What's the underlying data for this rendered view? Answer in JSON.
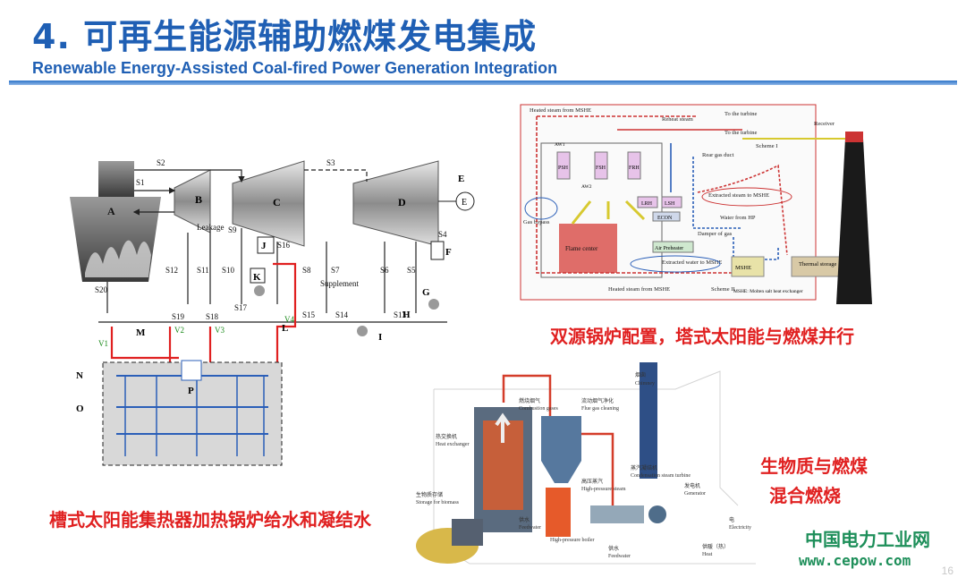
{
  "header": {
    "title": "4. 可再生能源辅助燃煤发电集成",
    "subtitle": "Renewable Energy-Assisted Coal-fired Power Generation Integration"
  },
  "solar_trough_diagram": {
    "caption": "槽式太阳能集热器加热锅炉给水和凝结水",
    "units": [
      "A",
      "B",
      "C",
      "D",
      "E",
      "F",
      "G",
      "H",
      "I",
      "J",
      "K",
      "L",
      "M",
      "N",
      "O",
      "P"
    ],
    "streams": [
      "S1",
      "S2",
      "S3",
      "S4",
      "S5",
      "S6",
      "S7",
      "S8",
      "S9",
      "S10",
      "S11",
      "S12",
      "S13",
      "S14",
      "S15",
      "S16",
      "S17",
      "S18",
      "S19",
      "S20"
    ],
    "valves": [
      "V1",
      "V2",
      "V3",
      "V4"
    ],
    "labels": {
      "leakage": "Leakage",
      "supplement": "Supplement"
    }
  },
  "tower_solar_diagram": {
    "caption": "双源锅炉配置，塔式太阳能与燃煤并行",
    "labels": {
      "heated_steam_top": "Heated steam from MSHE",
      "reheat_steam": "Reheat steam",
      "to_turbine_1": "To the turbine",
      "to_turbine_2": "To the turbine",
      "scheme1": "Scheme I",
      "scheme2": "Scheme II",
      "receiver": "Receiver",
      "rear_gas_duct": "Rear gas duct",
      "extracted_steam": "Extracted steam to MSHE",
      "water_from_hp": "Water from HP",
      "damper": "Damper of gas",
      "air_preheater": "Air Preheater",
      "extracted_water": "Extracted water to MSHE",
      "heated_steam_bottom": "Heated steam from MSHE",
      "flame_center": "Flame center",
      "gas_bypass": "Gas bypass",
      "lsh": "LSH",
      "lrh": "LRH",
      "econ": "ECON",
      "msh": "MSHE",
      "thermal_storage": "Thermal storage",
      "mshe_note": "MSHE: Molten salt heat exchanger",
      "psh": "PSH",
      "fsh": "FSH",
      "frh": "FRH",
      "aw1": "AW1",
      "aw2": "AW2"
    }
  },
  "biomass_diagram": {
    "caption_line1": "生物质与燃煤",
    "caption_line2": "混合燃烧",
    "labels": {
      "chimney_cn": "烟囱",
      "chimney_en": "Chimney",
      "combustion_cn": "燃烧烟气",
      "combustion_en": "Combustion gases",
      "flue_cn": "流动烟气净化",
      "flue_en": "Flue gas cleaning",
      "heat_exch_cn": "热交换机",
      "heat_exch_en": "Heat exchanger",
      "hp_cn": "高压蒸汽",
      "hp_en": "High-pressure steam",
      "cond_cn": "蒸汽凝结机",
      "cond_en": "Condensation steam turbine",
      "gen_cn": "发电机",
      "gen_en": "Generator",
      "storage_cn": "生物质存储",
      "storage_en": "Storage for biomass",
      "feed_cn": "供水",
      "feed_en": "Feedwater",
      "feed2_cn": "供水",
      "feed2_en": "Feedwater",
      "elec_cn": "电",
      "elec_en": "Electricity",
      "heat_cn": "供暖（热）",
      "heat_en": "Heat",
      "boiler_en": "High-pressure boiler"
    }
  },
  "watermark": {
    "line1": "中国电力工业网",
    "line2": "www.cepow.com"
  },
  "page_number": "16",
  "colors": {
    "title": "#1f5fb4",
    "caption": "#e02020",
    "watermark": "#1e8f5a"
  }
}
